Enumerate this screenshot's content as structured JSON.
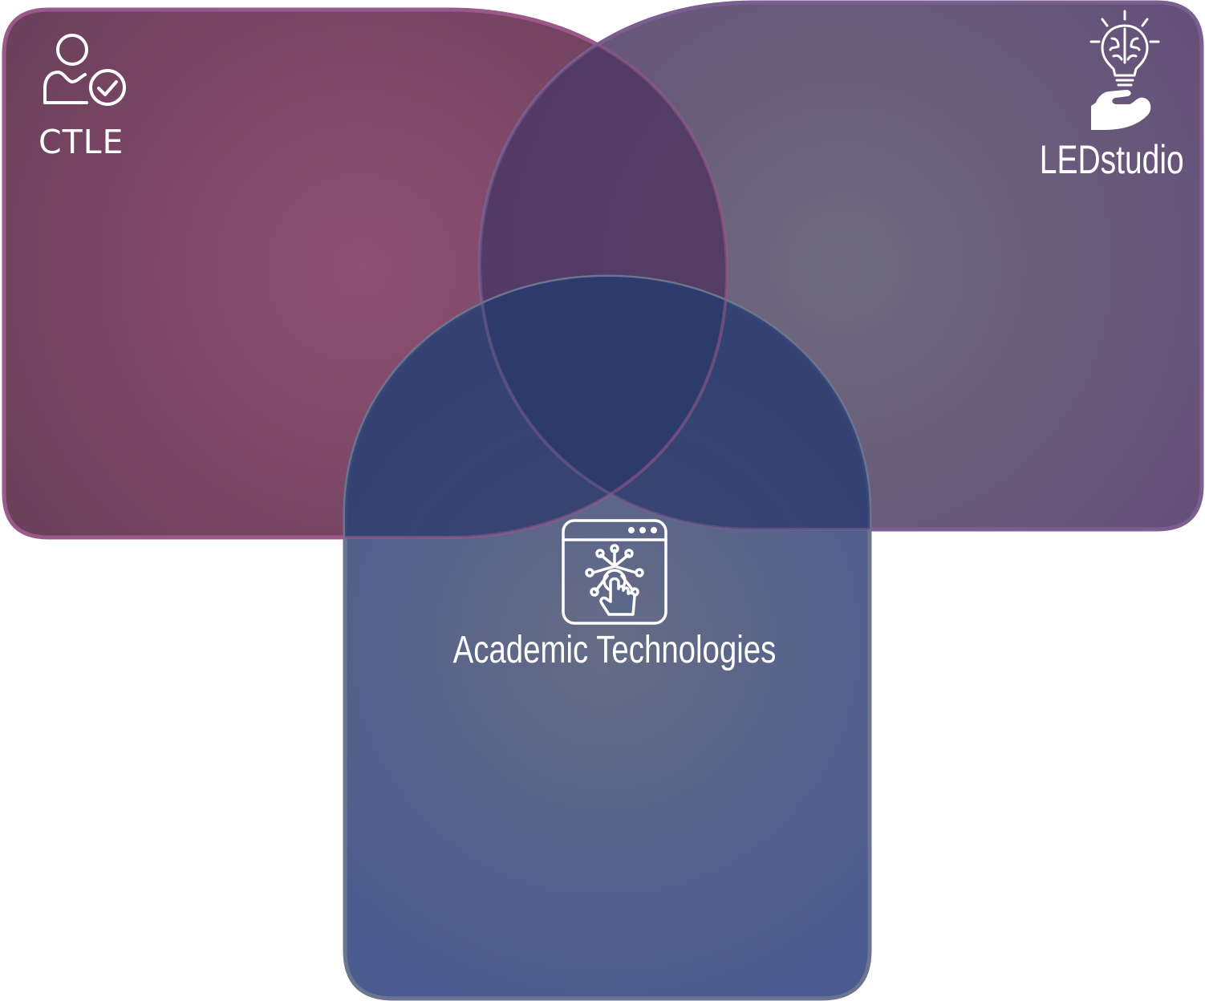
{
  "regions": [
    {
      "id": "ctle",
      "label": "CTLE",
      "icon": "person-check-icon"
    },
    {
      "id": "ledstudio",
      "label": "LEDstudio",
      "icon": "lightbulb-brain-hand-icon"
    },
    {
      "id": "academic",
      "label": "Academic Technologies",
      "icon": "browser-touch-network-icon"
    }
  ],
  "colors": {
    "ctle_center": "#8f5073",
    "ctle_edge": "#6b405b",
    "ctle_border": "#9a5a8a",
    "led_center": "#6e6b7c",
    "led_edge": "#65507a",
    "led_border": "#7a5f90",
    "acad_center": "#666c85",
    "acad_edge": "#4a5b8f",
    "acad_border": "#6b7490",
    "overlap_top": "#503661",
    "overlap_center": "#2a3769",
    "text": "#ffffff"
  }
}
